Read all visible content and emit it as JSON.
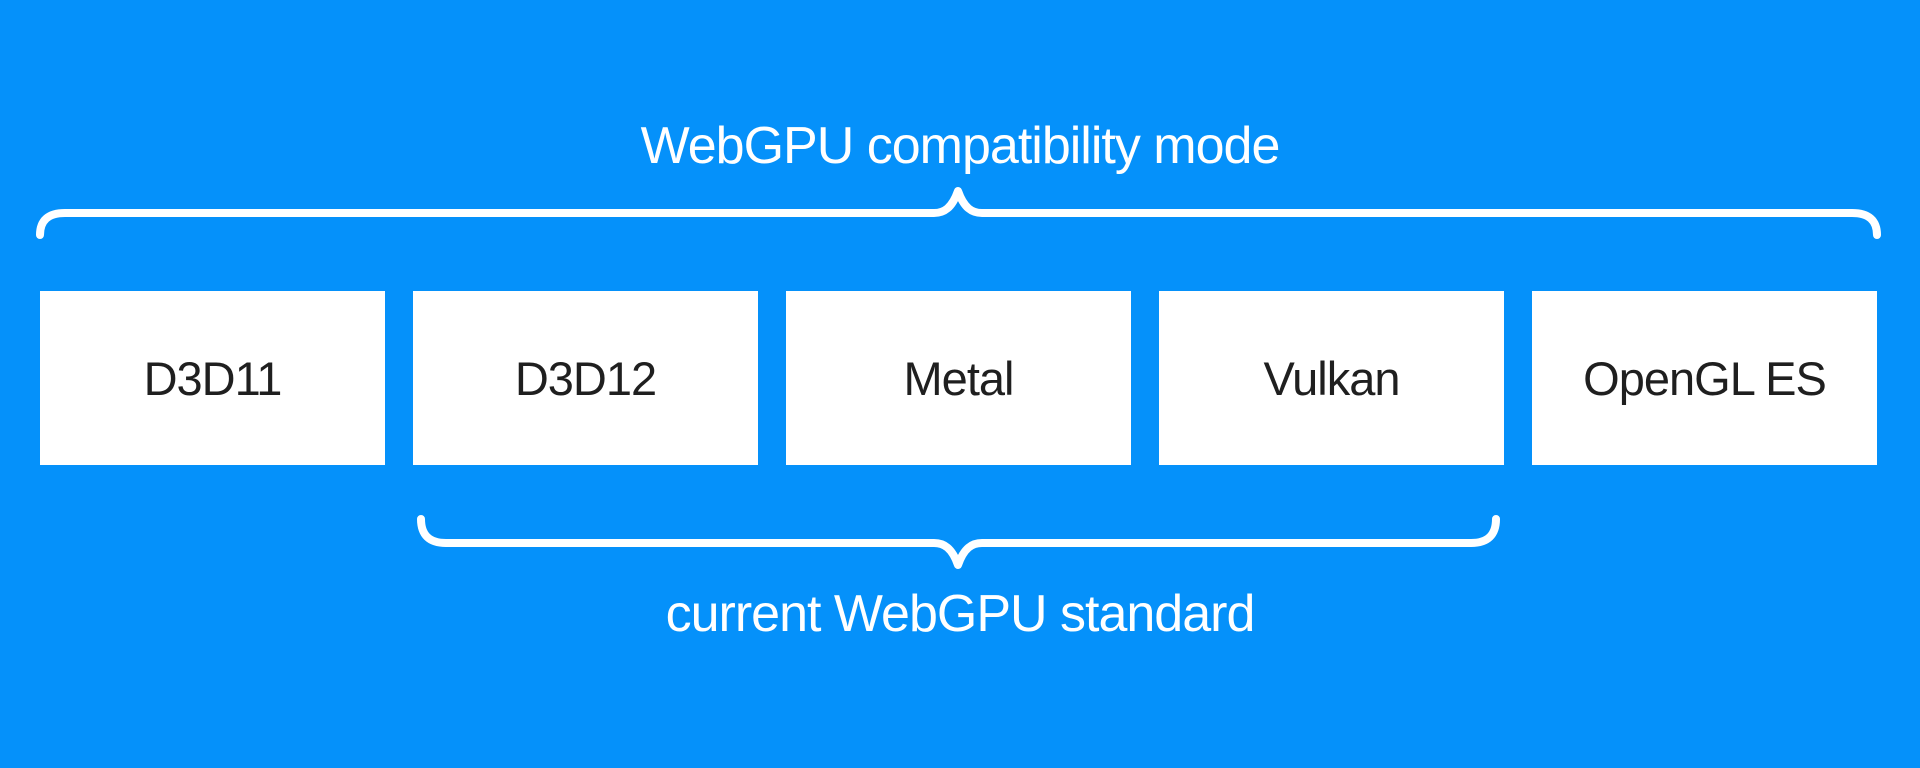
{
  "labels": {
    "top": "WebGPU compatibility mode",
    "bottom": "current WebGPU standard"
  },
  "boxes": [
    "D3D11",
    "D3D12",
    "Metal",
    "Vulkan",
    "OpenGL ES"
  ],
  "icons": {
    "top_brace": "curly-brace-spanning-all-apis",
    "bottom_brace": "curly-brace-spanning-d3d12-metal-vulkan"
  },
  "colors": {
    "background": "#0591fa",
    "box_fill": "#ffffff",
    "box_text": "#1f1f1f",
    "label_text": "#ffffff",
    "brace": "#ffffff"
  }
}
